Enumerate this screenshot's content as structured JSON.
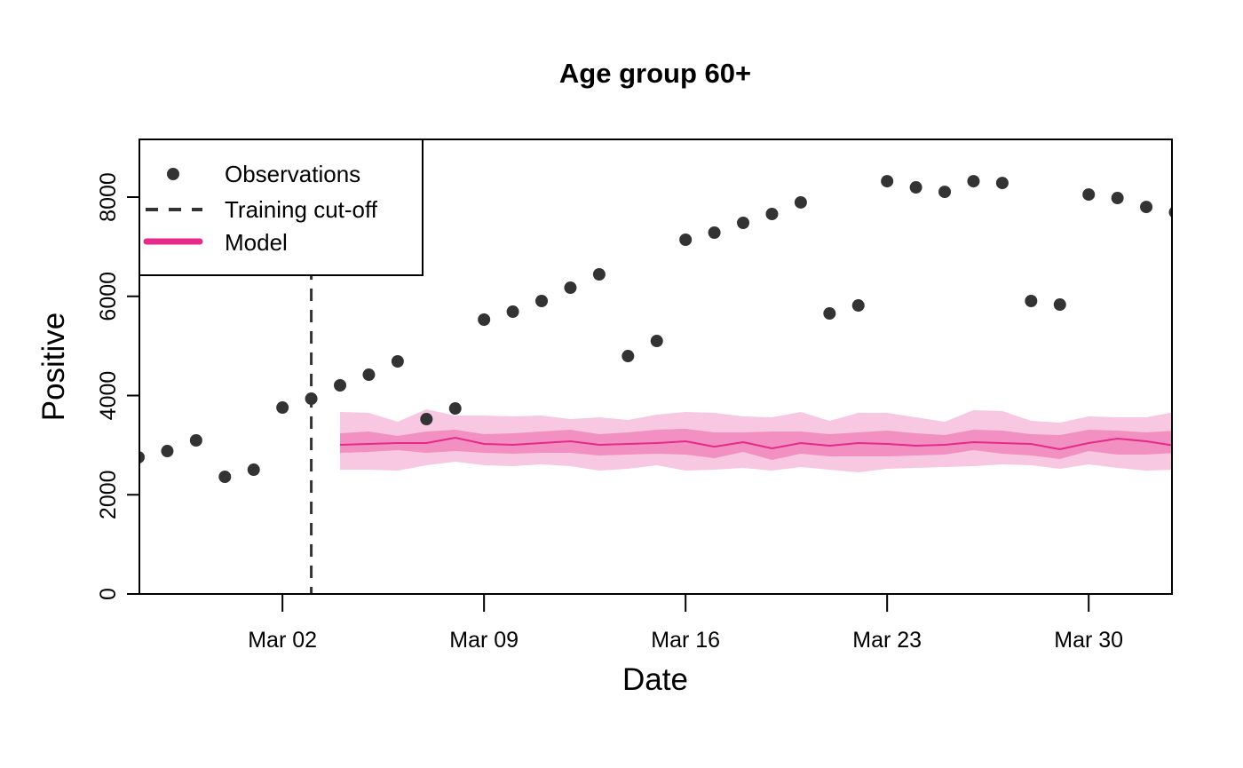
{
  "chart_data": {
    "type": "line",
    "title": "Age group 60+",
    "xlabel": "Date",
    "ylabel": "Positive",
    "ylim": [
      0,
      9150
    ],
    "xlim_day_index": [
      0,
      36
    ],
    "x_start_date": "Feb 26",
    "grid": false,
    "legend_position": "top-left",
    "y_ticks": [
      0,
      2000,
      4000,
      6000,
      8000
    ],
    "x_ticks": [
      {
        "label": "Mar 02",
        "day_index": 5
      },
      {
        "label": "Mar 09",
        "day_index": 12
      },
      {
        "label": "Mar 16",
        "day_index": 19
      },
      {
        "label": "Mar 23",
        "day_index": 26
      },
      {
        "label": "Mar 30",
        "day_index": 33
      }
    ],
    "training_cutoff_day_index": 6,
    "legend": [
      {
        "label": "Observations",
        "symbol": "point"
      },
      {
        "label": "Training cut-off",
        "symbol": "dashed-line"
      },
      {
        "label": "Model",
        "symbol": "line"
      }
    ],
    "colors": {
      "observations": "#333333",
      "cutoff": "#333333",
      "model_line": "#E7298A",
      "band_inner": "#F291C1",
      "band_outer": "#F8C7E1"
    },
    "observations": {
      "x": [
        "Feb 26",
        "Feb 27",
        "Feb 28",
        "Feb 29",
        "Mar 01",
        "Mar 02",
        "Mar 03",
        "Mar 04",
        "Mar 05",
        "Mar 06",
        "Mar 07",
        "Mar 08",
        "Mar 09",
        "Mar 10",
        "Mar 11",
        "Mar 12",
        "Mar 13",
        "Mar 14",
        "Mar 15",
        "Mar 16",
        "Mar 17",
        "Mar 18",
        "Mar 19",
        "Mar 20",
        "Mar 21",
        "Mar 22",
        "Mar 23",
        "Mar 24",
        "Mar 25",
        "Mar 26",
        "Mar 27",
        "Mar 28",
        "Mar 29",
        "Mar 30",
        "Mar 31",
        "Apr 01",
        "Apr 02"
      ],
      "values": [
        2756,
        2881,
        3096,
        2362,
        2505,
        3758,
        3937,
        4206,
        4420,
        4689,
        3525,
        3740,
        5530,
        5691,
        5906,
        6174,
        6443,
        4796,
        5100,
        7141,
        7284,
        7481,
        7660,
        7893,
        5655,
        5816,
        8321,
        8196,
        8106,
        8321,
        8285,
        5906,
        5834,
        8052,
        7981,
        7802,
        7695
      ]
    },
    "model": {
      "start_day_index": 7,
      "x": [
        "Mar 04",
        "Mar 05",
        "Mar 06",
        "Mar 07",
        "Mar 08",
        "Mar 09",
        "Mar 10",
        "Mar 11",
        "Mar 12",
        "Mar 13",
        "Mar 14",
        "Mar 15",
        "Mar 16",
        "Mar 17",
        "Mar 18",
        "Mar 19",
        "Mar 20",
        "Mar 21",
        "Mar 22",
        "Mar 23",
        "Mar 24",
        "Mar 25",
        "Mar 26",
        "Mar 27",
        "Mar 28",
        "Mar 29",
        "Mar 30",
        "Mar 31",
        "Apr 01",
        "Apr 02"
      ],
      "median": [
        3007,
        3025,
        3042,
        3042,
        3150,
        3025,
        3007,
        3042,
        3078,
        3007,
        3025,
        3042,
        3078,
        2970,
        3060,
        2935,
        3042,
        2988,
        3042,
        3025,
        2988,
        3007,
        3060,
        3042,
        3025,
        2917,
        3042,
        3132,
        3078,
        2988
      ],
      "inner_upper": [
        3239,
        3275,
        3186,
        3275,
        3311,
        3221,
        3239,
        3275,
        3311,
        3221,
        3257,
        3311,
        3329,
        3257,
        3257,
        3275,
        3275,
        3221,
        3257,
        3293,
        3239,
        3203,
        3311,
        3293,
        3221,
        3203,
        3311,
        3293,
        3257,
        3293
      ],
      "inner_lower": [
        2845,
        2863,
        2899,
        2845,
        2881,
        2845,
        2827,
        2845,
        2845,
        2792,
        2809,
        2827,
        2809,
        2738,
        2863,
        2702,
        2827,
        2774,
        2774,
        2774,
        2792,
        2809,
        2899,
        2827,
        2792,
        2720,
        2881,
        2809,
        2809,
        2845
      ],
      "outer_upper": [
        3669,
        3650,
        3472,
        3722,
        3597,
        3597,
        3579,
        3597,
        3526,
        3561,
        3508,
        3615,
        3669,
        3651,
        3579,
        3561,
        3669,
        3490,
        3651,
        3651,
        3561,
        3472,
        3705,
        3687,
        3490,
        3454,
        3579,
        3561,
        3561,
        3669
      ],
      "outer_lower": [
        2505,
        2505,
        2487,
        2595,
        2666,
        2595,
        2577,
        2613,
        2577,
        2487,
        2523,
        2595,
        2487,
        2505,
        2541,
        2487,
        2559,
        2505,
        2452,
        2523,
        2541,
        2559,
        2577,
        2613,
        2595,
        2523,
        2613,
        2541,
        2487,
        2505
      ]
    }
  }
}
